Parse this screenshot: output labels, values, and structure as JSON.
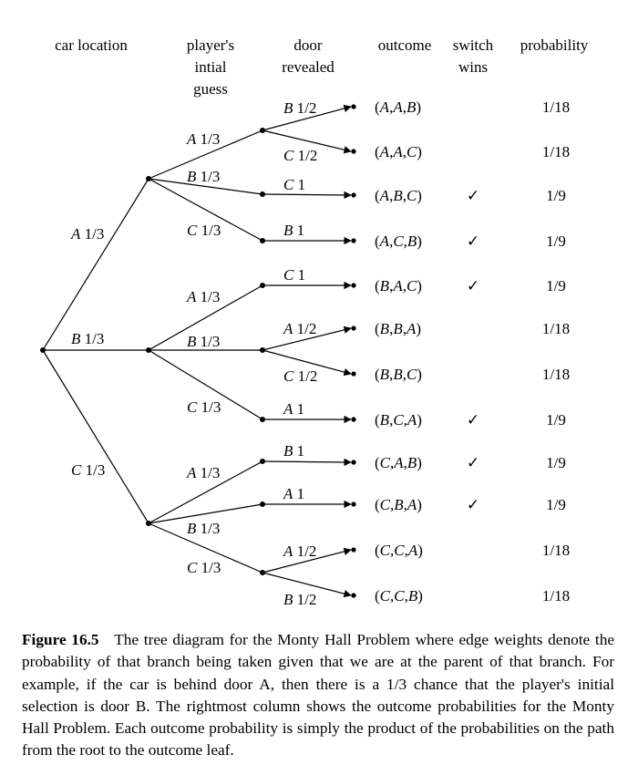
{
  "headers": {
    "car_location": [
      "car location"
    ],
    "initial_guess": [
      "player's",
      "intial",
      "guess"
    ],
    "door_revealed": [
      "door",
      "revealed"
    ],
    "outcome": [
      "outcome"
    ],
    "switch_wins": [
      "switch",
      "wins"
    ],
    "probability": [
      "probability"
    ]
  },
  "car": [
    {
      "door": "A",
      "p": "1/3"
    },
    {
      "door": "B",
      "p": "1/3"
    },
    {
      "door": "C",
      "p": "1/3"
    }
  ],
  "guesses": [
    {
      "door": "A",
      "p": "1/3"
    },
    {
      "door": "B",
      "p": "1/3"
    },
    {
      "door": "C",
      "p": "1/3"
    },
    {
      "door": "A",
      "p": "1/3"
    },
    {
      "door": "B",
      "p": "1/3"
    },
    {
      "door": "C",
      "p": "1/3"
    },
    {
      "door": "A",
      "p": "1/3"
    },
    {
      "door": "B",
      "p": "1/3"
    },
    {
      "door": "C",
      "p": "1/3"
    }
  ],
  "reveals": [
    {
      "door": "B",
      "p": "1/2"
    },
    {
      "door": "C",
      "p": "1/2"
    },
    {
      "door": "C",
      "p": "1"
    },
    {
      "door": "B",
      "p": "1"
    },
    {
      "door": "C",
      "p": "1"
    },
    {
      "door": "A",
      "p": "1/2"
    },
    {
      "door": "C",
      "p": "1/2"
    },
    {
      "door": "A",
      "p": "1"
    },
    {
      "door": "B",
      "p": "1"
    },
    {
      "door": "A",
      "p": "1"
    },
    {
      "door": "A",
      "p": "1/2"
    },
    {
      "door": "B",
      "p": "1/2"
    }
  ],
  "outcomes": [
    {
      "label": "(A,A,B)",
      "switch_wins": false,
      "probability": "1/18"
    },
    {
      "label": "(A,A,C)",
      "switch_wins": false,
      "probability": "1/18"
    },
    {
      "label": "(A,B,C)",
      "switch_wins": true,
      "probability": "1/9"
    },
    {
      "label": "(A,C,B)",
      "switch_wins": true,
      "probability": "1/9"
    },
    {
      "label": "(B,A,C)",
      "switch_wins": true,
      "probability": "1/9"
    },
    {
      "label": "(B,B,A)",
      "switch_wins": false,
      "probability": "1/18"
    },
    {
      "label": "(B,B,C)",
      "switch_wins": false,
      "probability": "1/18"
    },
    {
      "label": "(B,C,A)",
      "switch_wins": true,
      "probability": "1/9"
    },
    {
      "label": "(C,A,B)",
      "switch_wins": true,
      "probability": "1/9"
    },
    {
      "label": "(C,B,A)",
      "switch_wins": true,
      "probability": "1/9"
    },
    {
      "label": "(C,C,A)",
      "switch_wins": false,
      "probability": "1/18"
    },
    {
      "label": "(C,C,B)",
      "switch_wins": false,
      "probability": "1/18"
    }
  ],
  "checkmark": "✓",
  "caption": {
    "figure_label": "Figure 16.5",
    "text": "The tree diagram for the Monty Hall Problem where edge weights denote the probability of that branch being taken given that we are at the parent of that branch. For example, if the car is behind door A, then there is a 1/3 chance that the player's initial selection is door B. The rightmost column shows the outcome probabilities for the Monty Hall Problem. Each outcome probability is simply the product of the probabilities on the path from the root to the outcome leaf."
  }
}
